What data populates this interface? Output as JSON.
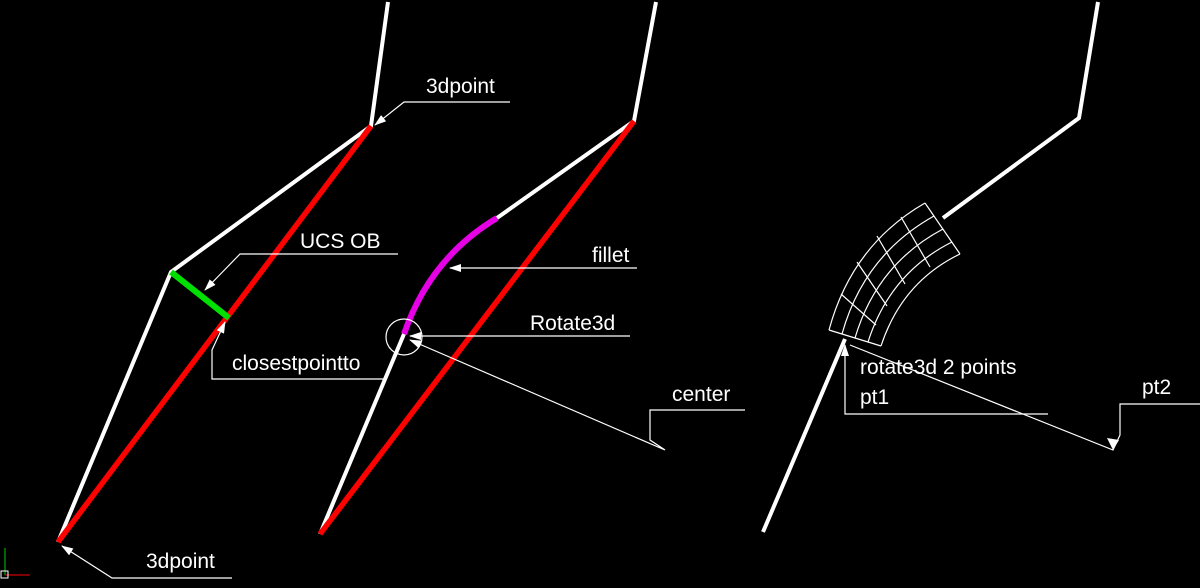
{
  "canvas": {
    "background": "#000000"
  },
  "colors": {
    "white": "#ffffff",
    "red": "#ff0000",
    "green": "#00e000",
    "magenta": "#e600e6",
    "ucs_icon_green": "#00aa00",
    "ucs_icon_red": "#cc0000"
  },
  "labels": {
    "pt_top": "3dpoint",
    "pt_bottom": "3dpoint",
    "ucs": "UCS OB",
    "closest": "closestpointto",
    "fillet": "fillet",
    "rotate3d": "Rotate3d",
    "center": "center",
    "rot2_line1": "rotate3d 2 points",
    "rot2_line2": "pt1",
    "pt2": "pt2"
  }
}
